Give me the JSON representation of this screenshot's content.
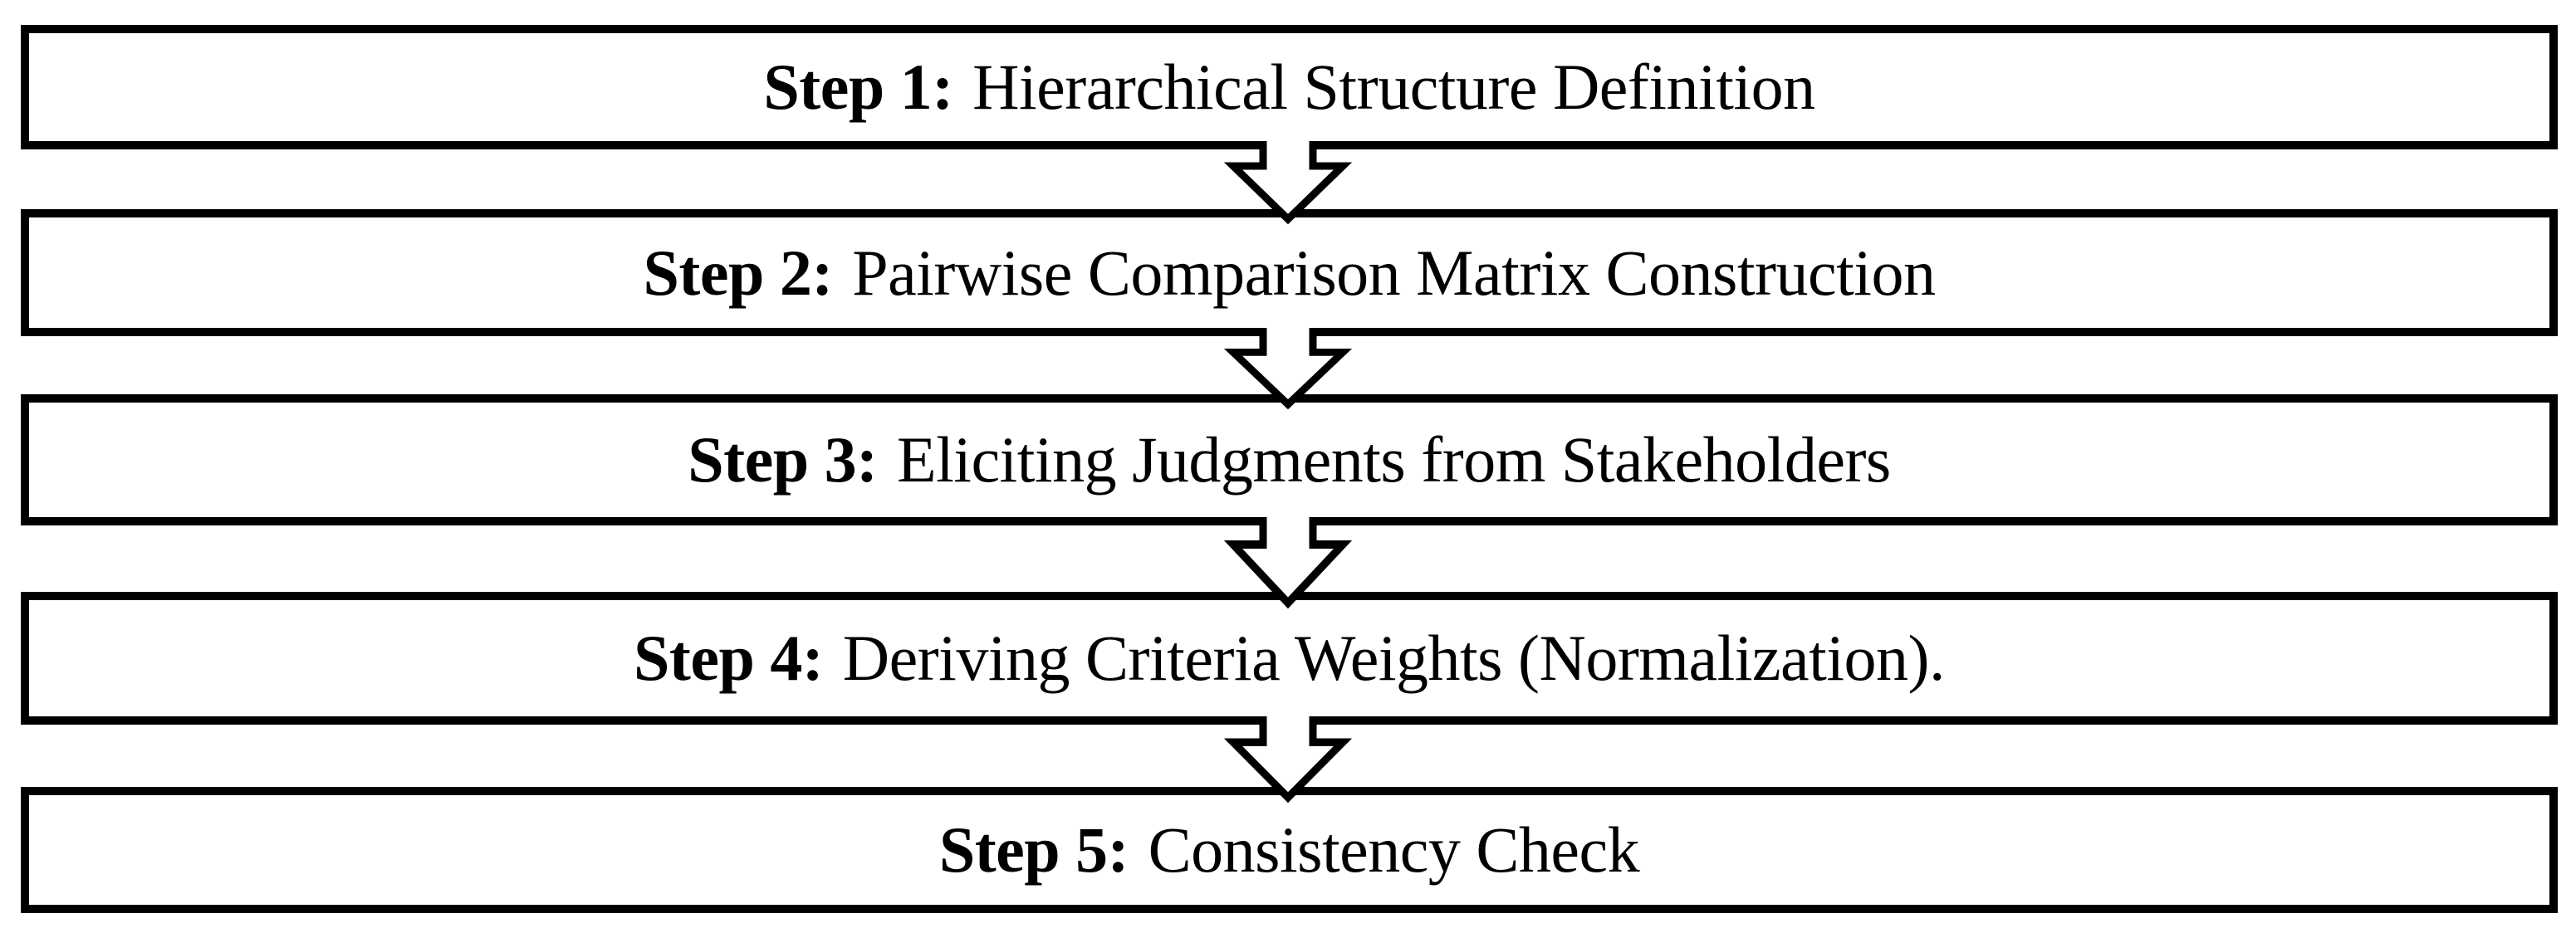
{
  "diagram": {
    "type": "process-flowchart",
    "background_color": "#ffffff",
    "line_color": "#000000",
    "text_color": "#000000",
    "arrow_icon": "down-block-arrow",
    "steps": [
      {
        "label": "Step 1:",
        "title": "Hierarchical Structure Definition"
      },
      {
        "label": "Step 2:",
        "title": "Pairwise Comparison Matrix Construction"
      },
      {
        "label": "Step 3:",
        "title": "Eliciting Judgments from Stakeholders"
      },
      {
        "label": "Step 4:",
        "title": "Deriving Criteria Weights (Normalization)."
      },
      {
        "label": "Step 5:",
        "title": "Consistency Check"
      }
    ]
  }
}
